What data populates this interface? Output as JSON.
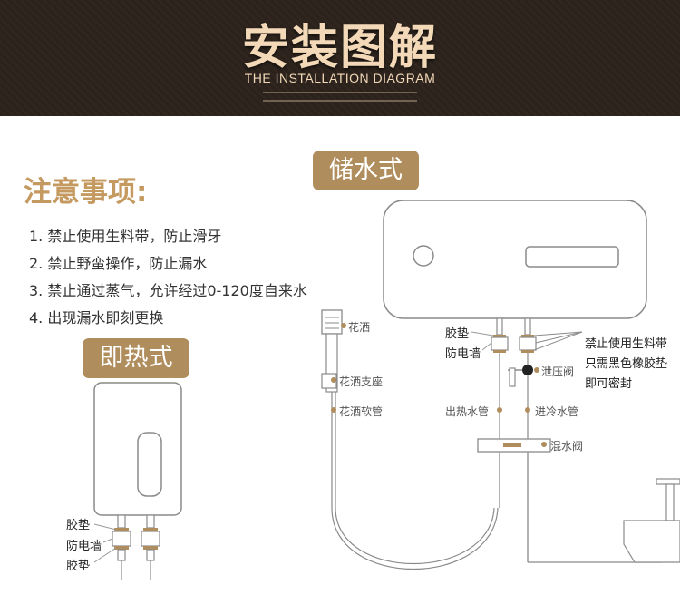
{
  "header": {
    "title": "安装图解",
    "subtitle": "THE INSTALLATION DIAGRAM"
  },
  "notes": {
    "title": "注意事项:",
    "items": [
      "1. 禁止使用生料带，防止滑牙",
      "2. 禁止野蛮操作，防止漏水",
      "3. 禁止通过蒸气，允许经过0-120度自来水",
      "4. 出现漏水即刻更换"
    ]
  },
  "instant_heater": {
    "title": "即热式",
    "labels": [
      "胶垫",
      "防电墙",
      "胶垫"
    ]
  },
  "storage_heater": {
    "title": "储水式",
    "labels": {
      "shower_head": "花洒",
      "shower_holder": "花洒支座",
      "shower_hose": "花洒软管",
      "gasket": "胶垫",
      "anti_electric_wall": "防电墙",
      "relief_valve": "泄压阀",
      "hot_outlet": "出热水管",
      "cold_inlet": "进冷水管",
      "mixing_valve": "混水阀"
    },
    "warning": [
      "禁止使用生料带",
      "只需黑色橡胶垫",
      "即可密封"
    ]
  },
  "colors": {
    "accent": "#b08d5c",
    "title_gold": "#c59a61",
    "header_bg": "#2b221c",
    "header_text": "#f3d9b8"
  }
}
